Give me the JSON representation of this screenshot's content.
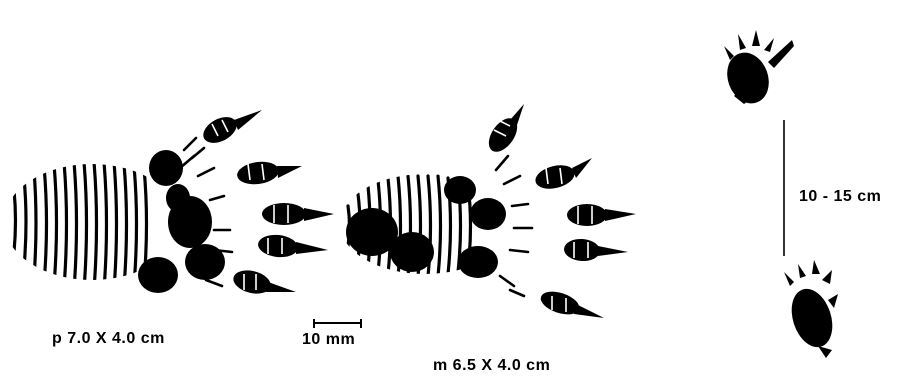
{
  "hind_foot": {
    "label": "p  7.0 X 4.0 cm"
  },
  "fore_foot": {
    "label": "m  6.5 X 4.0 cm"
  },
  "scale_bar": {
    "label": "10 mm"
  },
  "stride": {
    "label": "10 - 15 cm"
  },
  "colors": {
    "ink": "#000000",
    "background": "#ffffff"
  }
}
